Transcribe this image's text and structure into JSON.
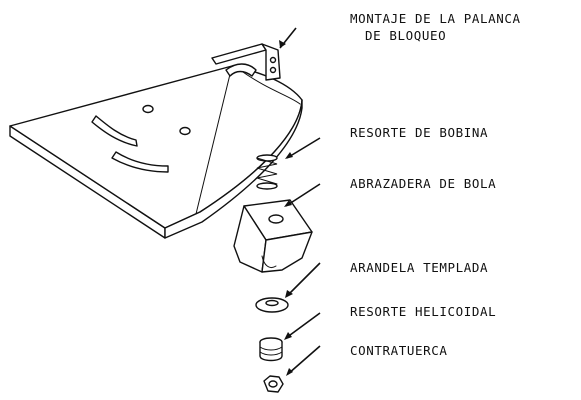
{
  "labels": {
    "lever_line1": "MONTAJE DE LA PALANCA",
    "lever_line2": "DE BLOQUEO",
    "coil_spring": "RESORTE DE BOBINA",
    "ball_clamp": "ABRAZADERA DE BOLA",
    "washer": "ARANDELA TEMPLADA",
    "helical_spring": "RESORTE HELICOIDAL",
    "locknut": "CONTRATUERCA"
  },
  "colors": {
    "line": "#111111",
    "background": "#ffffff"
  }
}
